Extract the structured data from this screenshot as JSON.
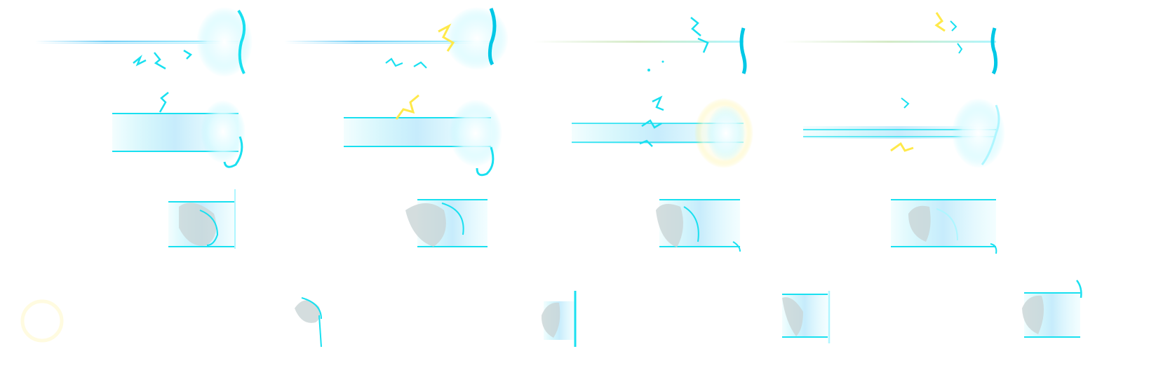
{
  "sheet": {
    "kind": "sprite-sheet",
    "background": "#ffffff",
    "palette": {
      "cyan": "#19e0f0",
      "cyan_dark": "#00c8e6",
      "cyan_light": "#aef6ff",
      "sky": "#5ec8f5",
      "yellow": "#ffe94a",
      "grey": "#c9d4d6",
      "pale_green": "#cfe8c0"
    },
    "rows": [
      {
        "name": "beam-thin-row",
        "frames": 4
      },
      {
        "name": "beam-wide-row",
        "frames": 4
      },
      {
        "name": "beam-head-row",
        "frames": 4
      },
      {
        "name": "beam-start-row",
        "frames": 5
      }
    ]
  }
}
